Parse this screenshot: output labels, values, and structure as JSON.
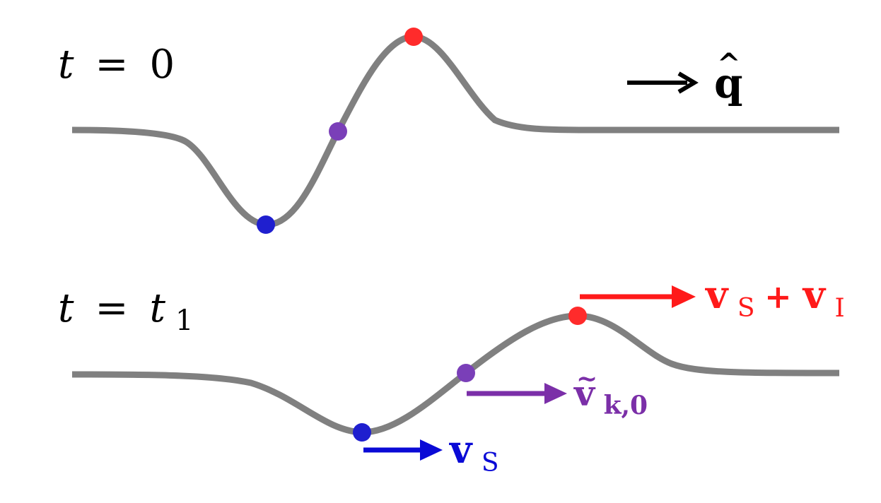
{
  "panels": [
    {
      "time_label": {
        "var": "t",
        "eq": "=",
        "value": "0",
        "sub": ""
      },
      "points": [
        {
          "name": "minimum",
          "color": "#1f1fcf"
        },
        {
          "name": "middle",
          "color": "#7a3fb8"
        },
        {
          "name": "maximum",
          "color": "#ff2b2b"
        }
      ]
    },
    {
      "time_label": {
        "var": "t",
        "eq": "=",
        "value": "t",
        "sub": "1"
      },
      "points": [
        {
          "name": "minimum",
          "color": "#1f1fcf"
        },
        {
          "name": "middle",
          "color": "#7a3fb8"
        },
        {
          "name": "maximum",
          "color": "#ff2b2b"
        }
      ]
    }
  ],
  "direction": {
    "symbol": "q",
    "hat": "^",
    "color": "#000000"
  },
  "velocities": {
    "vs": {
      "main": "v",
      "sub": "S",
      "color": "#0a0ad6"
    },
    "vk0": {
      "tilde": "~",
      "main": "v",
      "sub": "k,0",
      "color": "#7b2fa8"
    },
    "vsvi": {
      "main": "v",
      "sub": "S",
      "plus": "+ ",
      "main2": "v",
      "sub2": "I",
      "color": "#ff1a1a"
    }
  },
  "curve_color": "#808080"
}
